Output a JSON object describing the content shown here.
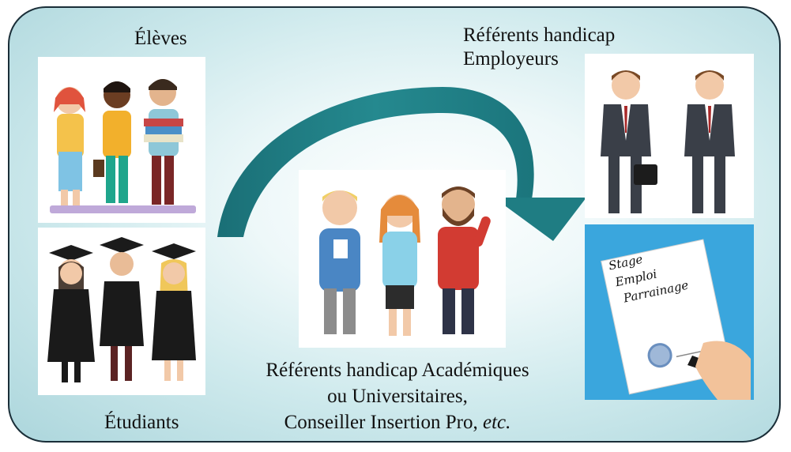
{
  "labels": {
    "eleves": "Élèves",
    "etudiants": "Étudiants",
    "referents_employeurs_line1": "Référents handicap",
    "referents_employeurs_line2": "Employeurs",
    "referents_academiques_line1": "Référents handicap Académiques",
    "referents_academiques_line2": "ou Universitaires,",
    "referents_academiques_line3": "Conseiller Insertion Pro,",
    "referents_academiques_etc": "etc."
  },
  "document": {
    "line1": "Stage",
    "line2": "Emploi",
    "line3": "Parrainage"
  },
  "colors": {
    "frame_border": "#1a2e38",
    "arrow": "#1f7d83",
    "document_background": "#3aa6dd"
  }
}
